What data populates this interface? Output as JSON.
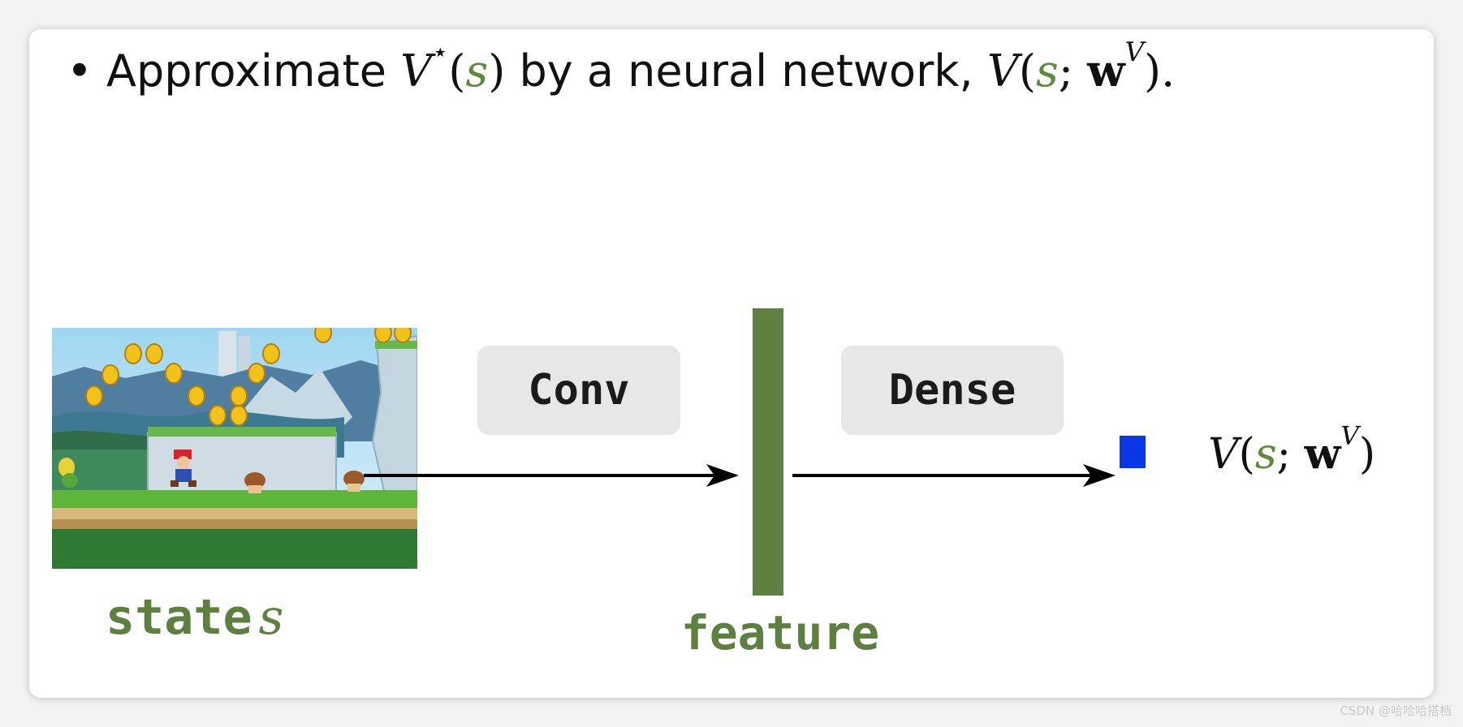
{
  "headline": {
    "bullet": "•",
    "text_before": "Approximate",
    "v_symbol": "V",
    "star": "⋆",
    "open_paren": "(",
    "state_var": "s",
    "close_paren": ")",
    "text_middle": "by a neural network,",
    "v_symbol_2": "V",
    "open_paren_2": "(",
    "state_var_2": "s",
    "separator": ";",
    "weight": "w",
    "weight_sup": "V",
    "close_paren_end": ")."
  },
  "diagram": {
    "input_label": "state",
    "input_var": "s",
    "conv_label": "Conv",
    "dense_label": "Dense",
    "feature_label": "feature",
    "output": {
      "v_symbol": "V",
      "open_paren": "(",
      "state_var": "s",
      "separator": ";",
      "weight": "w",
      "weight_sup": "V",
      "close_paren": ")"
    }
  },
  "colors": {
    "green_text": "#5d8040",
    "feature_bar": "#5e8142",
    "output_square": "#0a36ea",
    "op_box": "#e7e7e7"
  },
  "watermark": "CSDN @哈哈哈搭档"
}
